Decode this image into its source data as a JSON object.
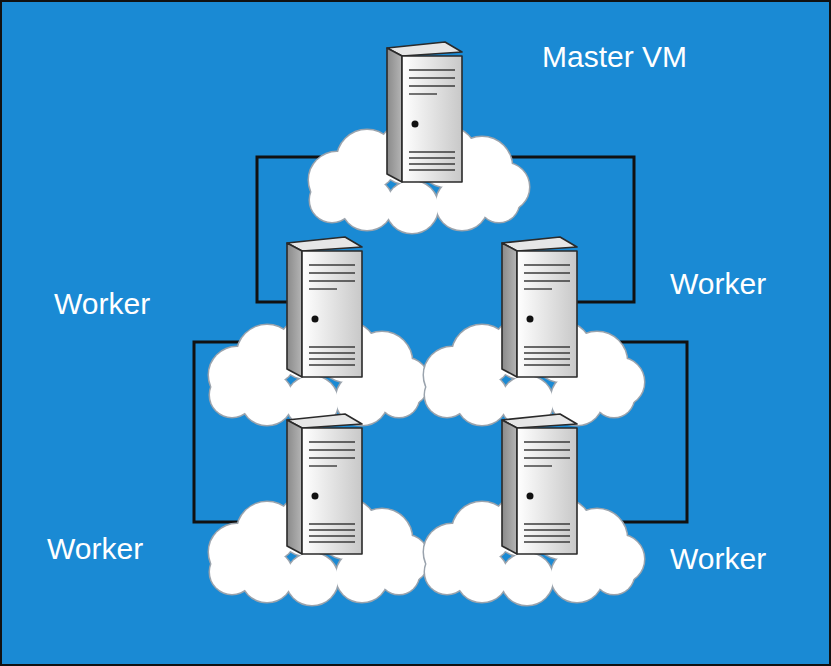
{
  "diagram": {
    "nodes": [
      {
        "text": [
          "Master VM"
        ]
      },
      {
        "text": [
          "Worker"
        ]
      },
      {
        "text": [
          "Worker"
        ]
      },
      {
        "text": [
          "Worker"
        ]
      },
      {
        "text": [
          "Worker"
        ]
      }
    ],
    "edges": [
      {
        "from": 0,
        "to": 1,
        "arrow": "none"
      },
      {
        "from": 0,
        "to": 2,
        "arrow": "none"
      },
      {
        "from": 1,
        "to": 3,
        "arrow": "none"
      },
      {
        "from": 2,
        "to": 4,
        "arrow": "none"
      }
    ]
  }
}
